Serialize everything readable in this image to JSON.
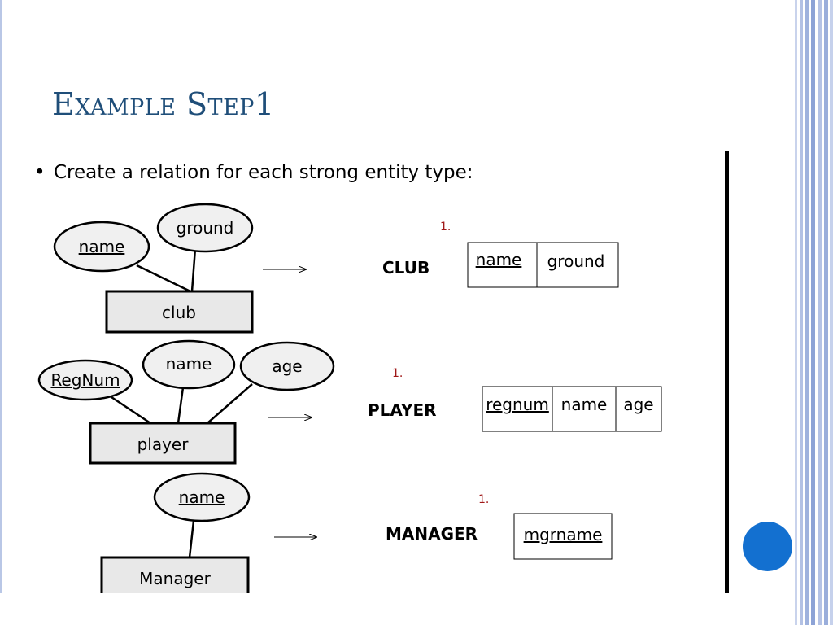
{
  "slide": {
    "title": "Example Step1",
    "bullet": "Create a relation for each strong entity type:"
  },
  "diagram": {
    "club": {
      "entity": "club",
      "attributes": [
        {
          "label": "name",
          "key": true
        },
        {
          "label": "ground",
          "key": false
        }
      ],
      "number": "1.",
      "relation": "CLUB",
      "columns": [
        {
          "label": "name",
          "key": true
        },
        {
          "label": "ground",
          "key": false
        }
      ]
    },
    "player": {
      "entity": "player",
      "attributes": [
        {
          "label": "RegNum",
          "key": true
        },
        {
          "label": "name",
          "key": false
        },
        {
          "label": "age",
          "key": false
        }
      ],
      "number": "1.",
      "relation": "PLAYER",
      "columns": [
        {
          "label": "regnum",
          "key": true
        },
        {
          "label": "name",
          "key": false
        },
        {
          "label": "age",
          "key": false
        }
      ]
    },
    "manager": {
      "entity": "Manager",
      "attributes": [
        {
          "label": "name",
          "key": true
        }
      ],
      "number": "1.",
      "relation": "MANAGER",
      "columns": [
        {
          "label": "mgrname",
          "key": true
        }
      ]
    }
  },
  "colors": {
    "title": "#1f4e79",
    "number": "#a01818",
    "button": "#1370d0",
    "stripe": "#b9c7e6"
  }
}
